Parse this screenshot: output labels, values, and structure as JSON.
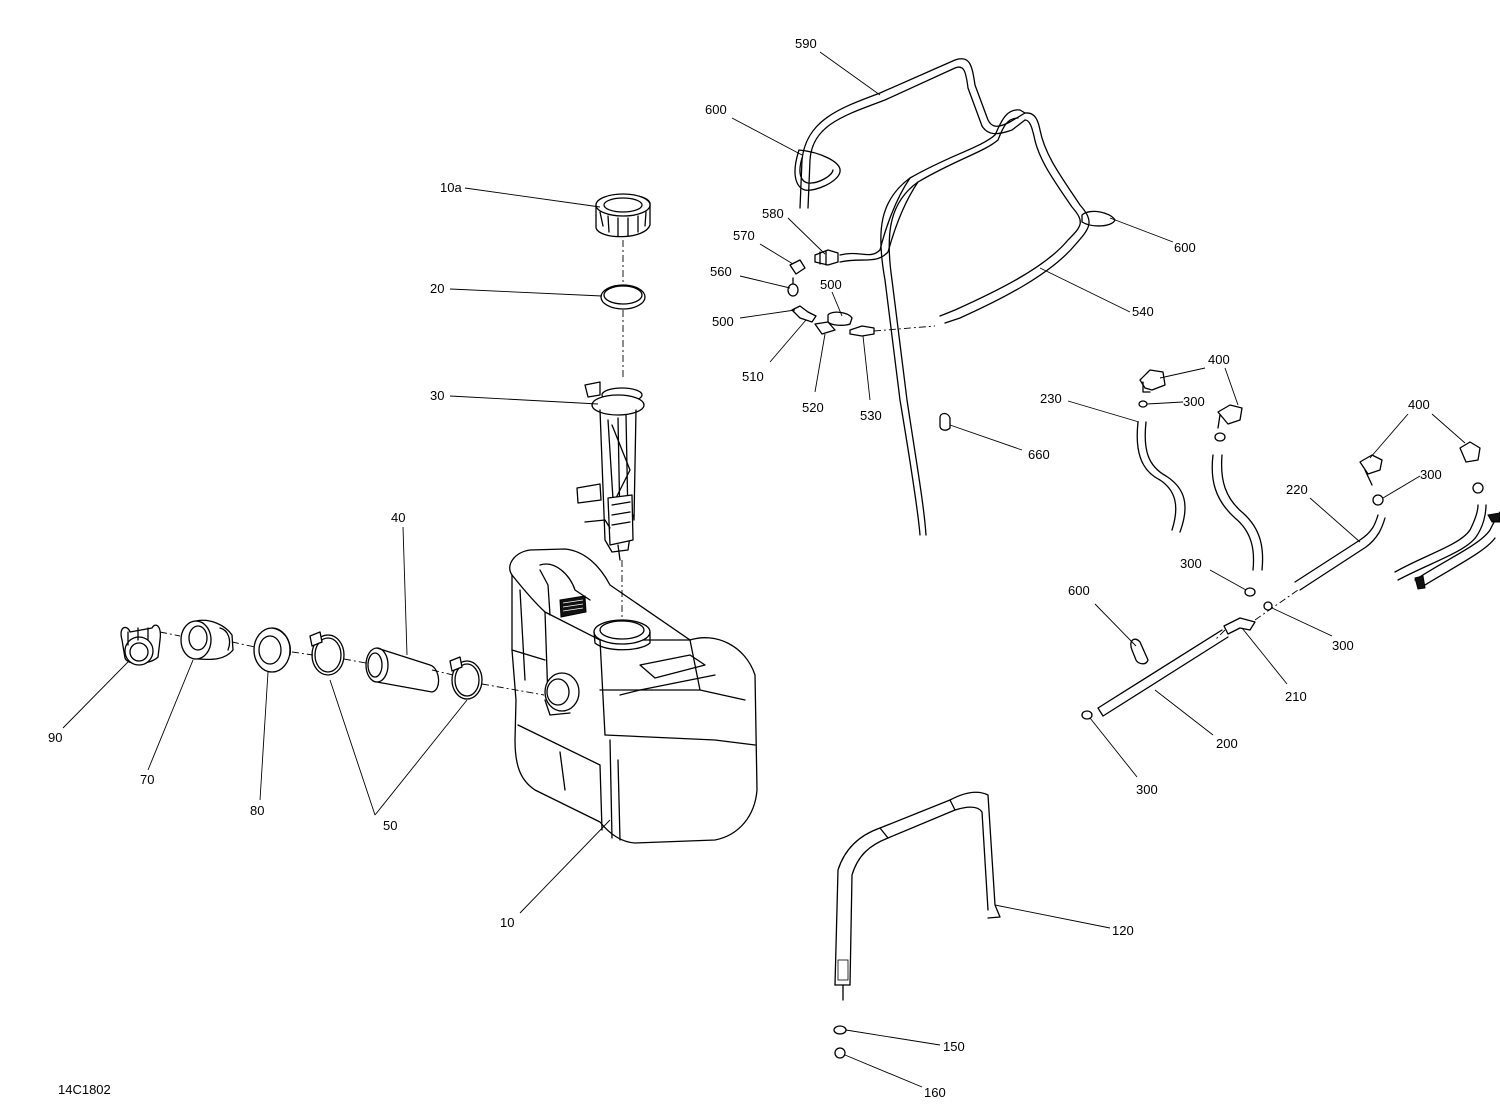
{
  "diagram": {
    "drawing_number": "14C1802",
    "callouts": {
      "c10a": "10a",
      "c20": "20",
      "c30": "30",
      "c40": "40",
      "c50": "50",
      "c90": "90",
      "c70": "70",
      "c80": "80",
      "c10": "10",
      "c590": "590",
      "c600a": "600",
      "c600b": "600",
      "c580": "580",
      "c570": "570",
      "c560": "560",
      "c500a": "500",
      "c500b": "500",
      "c510": "510",
      "c520": "520",
      "c530": "530",
      "c540": "540",
      "c660": "660",
      "c400a": "400",
      "c400b": "400",
      "c300a": "300",
      "c230": "230",
      "c300b": "300",
      "c220": "220",
      "c300c": "300",
      "c600c": "600",
      "c300d": "300",
      "c210": "210",
      "c200": "200",
      "c300e": "300",
      "c120": "120",
      "c150": "150",
      "c160": "160"
    }
  }
}
